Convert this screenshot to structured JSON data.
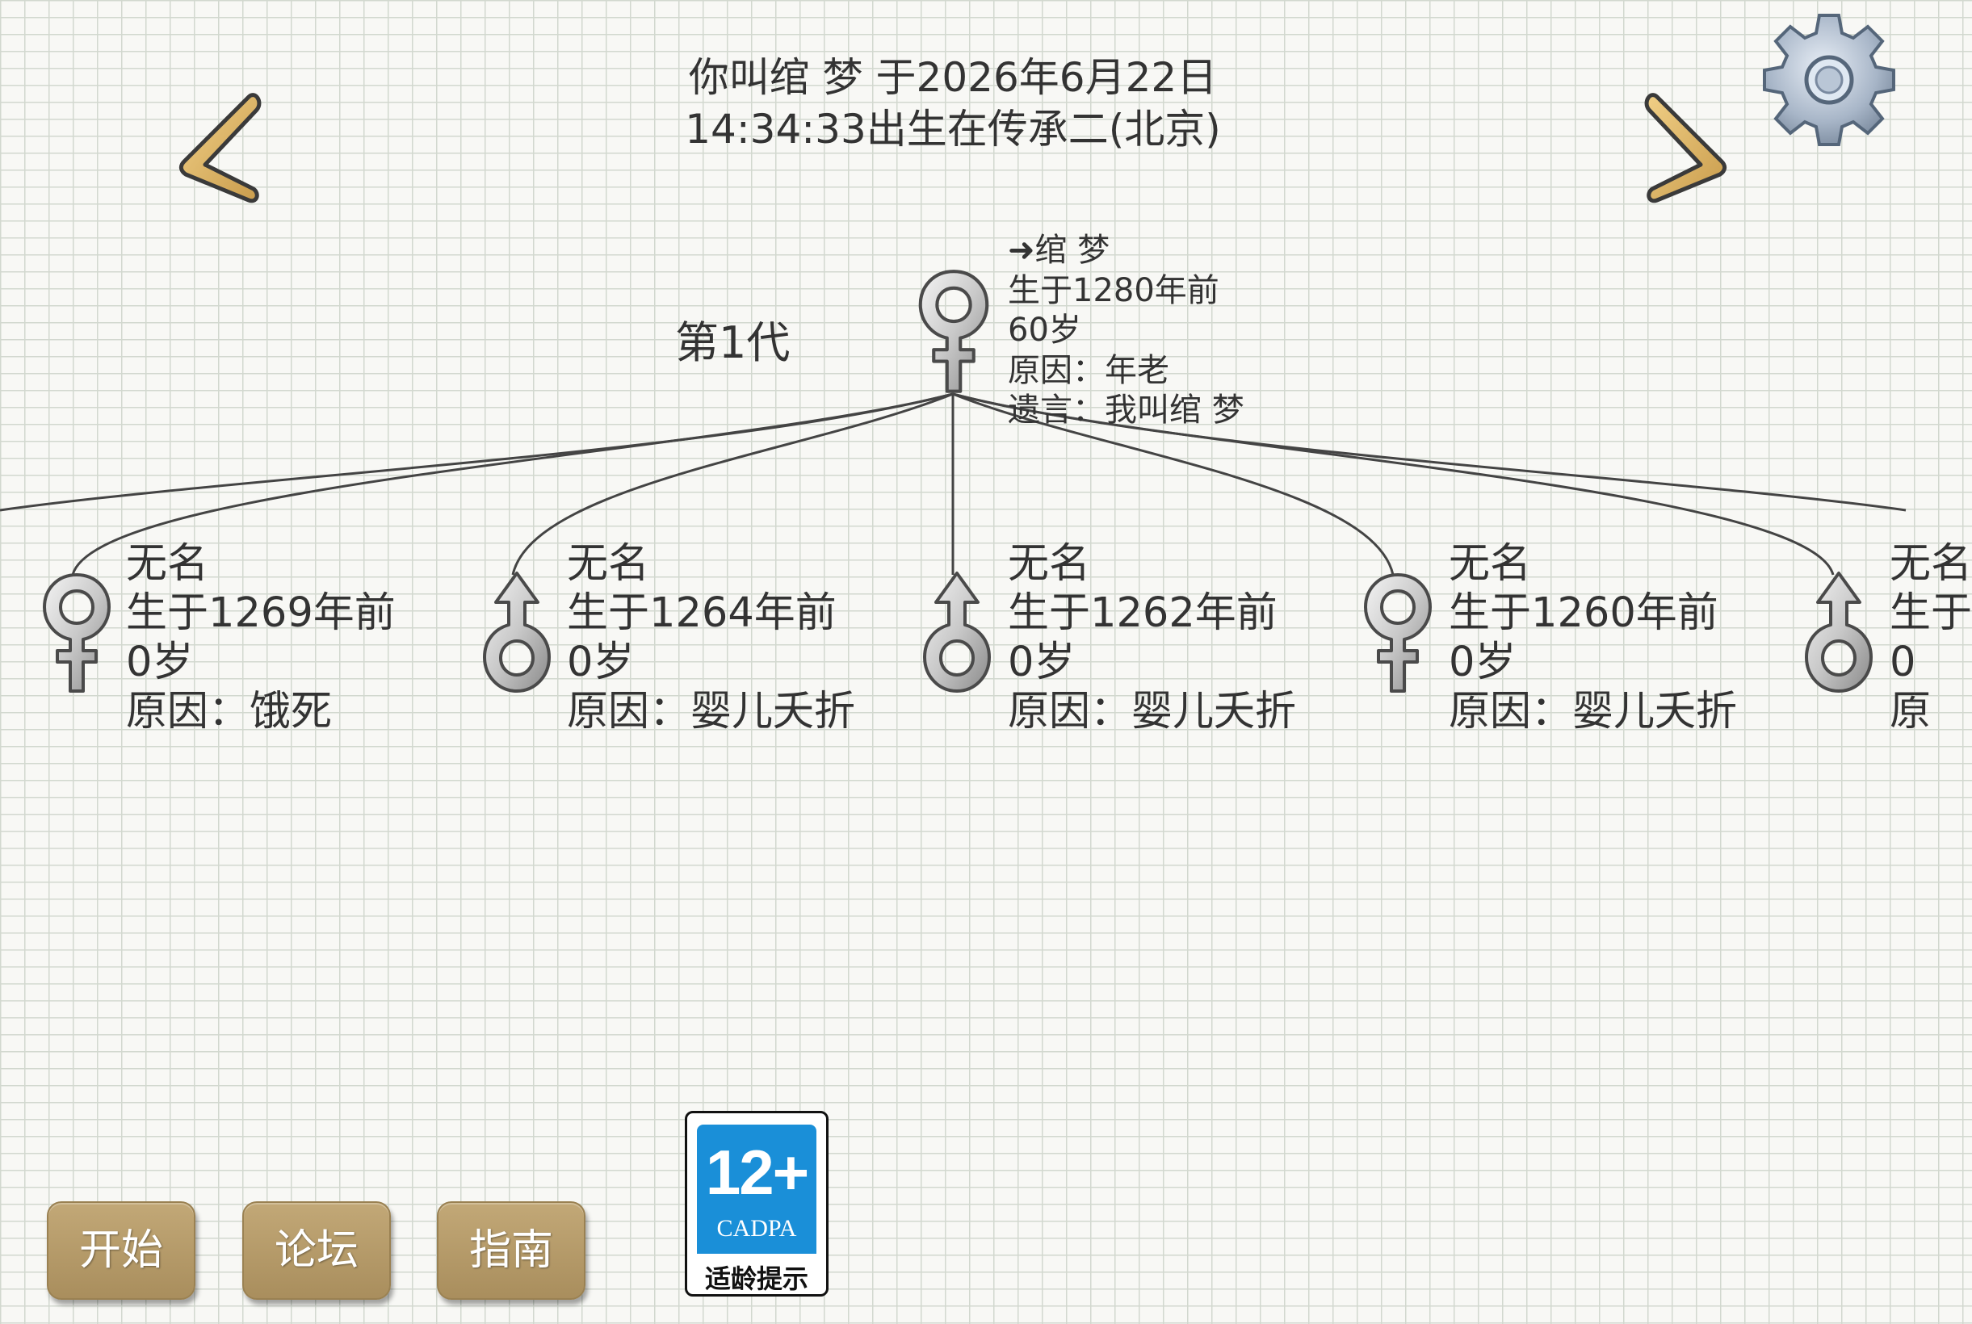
{
  "header": {
    "title_line1": "你叫绾 梦 于2026年6月22日",
    "title_line2": "14:34:33出生在传承二(北京)"
  },
  "generation_label": "第1代",
  "root": {
    "gender": "female",
    "name": "➜绾 梦",
    "born": "生于1280年前",
    "age": "60岁",
    "cause": "原因：年老",
    "will": "遗言：我叫绾 梦"
  },
  "children": [
    {
      "gender": "female",
      "name": "无名",
      "born": "生于1269年前",
      "age": "0岁",
      "cause": "原因：饿死"
    },
    {
      "gender": "male",
      "name": "无名",
      "born": "生于1264年前",
      "age": "0岁",
      "cause": "原因：婴儿夭折"
    },
    {
      "gender": "male",
      "name": "无名",
      "born": "生于1262年前",
      "age": "0岁",
      "cause": "原因：婴儿夭折"
    },
    {
      "gender": "female",
      "name": "无名",
      "born": "生于1260年前",
      "age": "0岁",
      "cause": "原因：婴儿夭折"
    },
    {
      "gender": "male",
      "name": "无名",
      "born": "生于",
      "age": "0",
      "cause": "原"
    }
  ],
  "buttons": {
    "start": "开始",
    "forum": "论坛",
    "guide": "指南"
  },
  "age_badge": {
    "rating": "12+",
    "org": "CADPA",
    "caption": "适龄提示",
    "color": "#1a8fd8"
  },
  "icons": {
    "prev": "chevron-left-icon",
    "next": "chevron-right-icon",
    "settings": "gear-icon",
    "female": "female-symbol-icon",
    "male": "male-symbol-icon"
  },
  "colors": {
    "button": "#b09461",
    "arrow": "#d9b26a",
    "line": "#444444"
  }
}
